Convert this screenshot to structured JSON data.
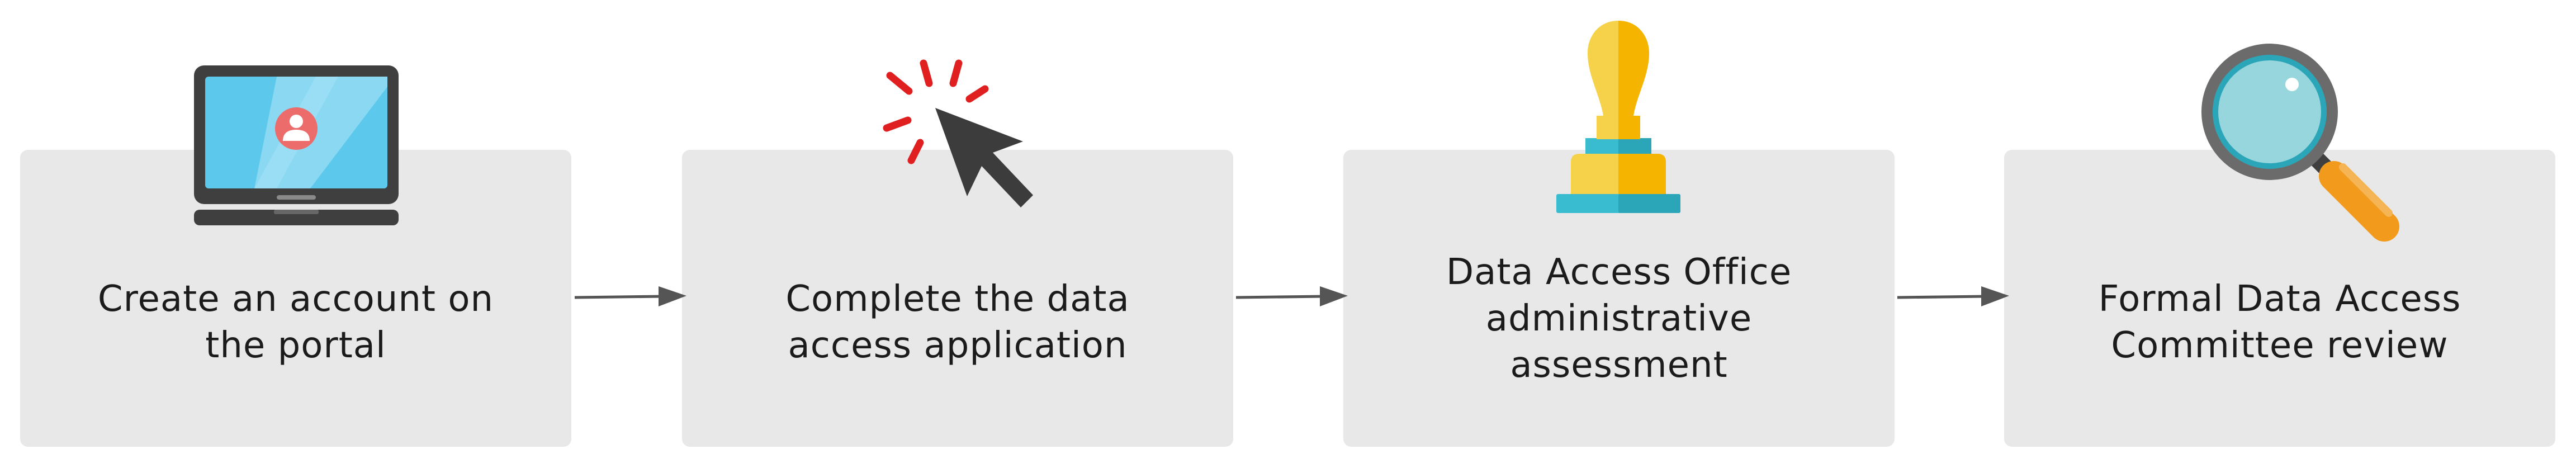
{
  "colors": {
    "box_fill": "#e8e8e8",
    "text": "#1b1b1b",
    "arrow": "#555555",
    "laptop_body": "#3f3f3f",
    "laptop_screen": "#5bc8ec",
    "avatar": "#ec6b6b",
    "click_burst": "#e02020",
    "cursor": "#3c3c3c",
    "stamp_yellow": "#f5b400",
    "stamp_teal": "#2ba6b8",
    "magnifier_rim": "#6b6b6b",
    "magnifier_lens": "#96d6dc",
    "magnifier_handle": "#f29a1c"
  },
  "steps": [
    {
      "icon": "laptop-user-icon",
      "label_lines": [
        "Create an account on",
        "the portal"
      ]
    },
    {
      "icon": "cursor-click-icon",
      "label_lines": [
        "Complete the data",
        "access application"
      ]
    },
    {
      "icon": "stamp-icon",
      "label_lines": [
        "Data Access Office",
        "administrative",
        "assessment"
      ]
    },
    {
      "icon": "magnifying-glass-icon",
      "label_lines": [
        "Formal Data Access",
        "Committee review"
      ]
    }
  ]
}
